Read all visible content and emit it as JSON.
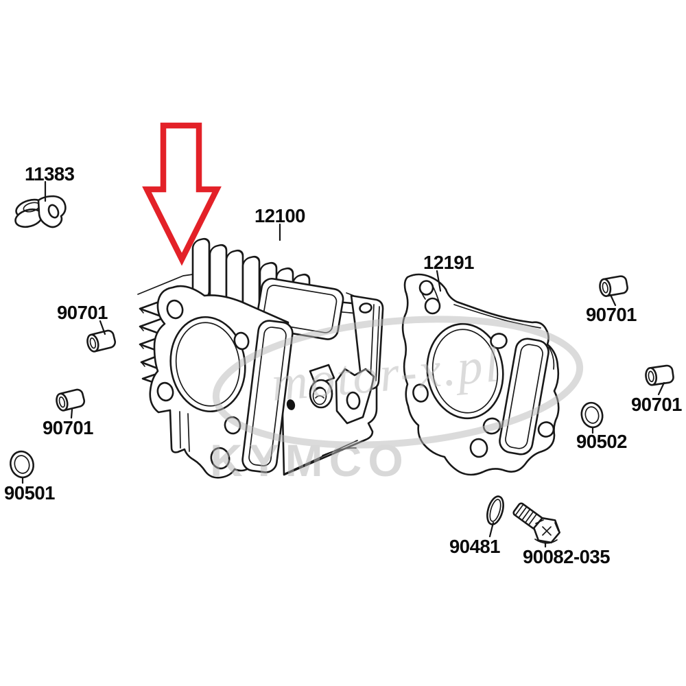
{
  "diagram": {
    "type": "exploded-parts-diagram",
    "subject": "engine cylinder assembly",
    "watermark_brand": "KYMCO",
    "watermark_site": "motor-x.pl",
    "colors": {
      "arrow_red": "#e32128",
      "line_art": "#181818",
      "watermark_gray": "#b9b9b9",
      "background": "#ffffff"
    }
  },
  "labels": {
    "clamp": "11383",
    "cylinder": "12100",
    "gasket": "12191",
    "pin_left_top": "90701",
    "pin_left_bottom": "90701",
    "oring_left": "90501",
    "pin_right_top": "90701",
    "pin_right_bottom": "90701",
    "oring_right": "90502",
    "oring_bottom": "90481",
    "bolt": "90082-035"
  }
}
